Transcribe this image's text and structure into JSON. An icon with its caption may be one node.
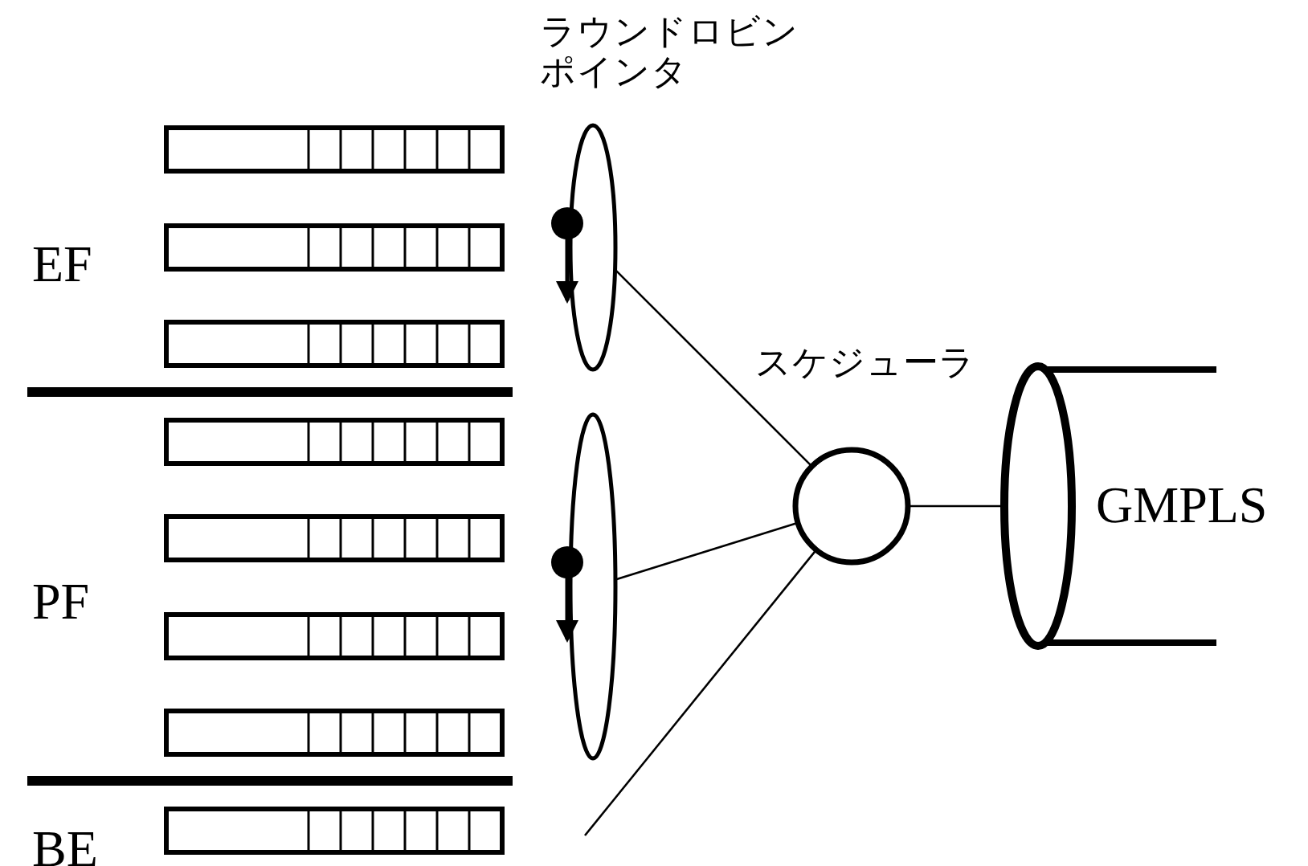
{
  "diagram": {
    "nodes": [
      {
        "text": [],
        "shape": "box"
      },
      {
        "text": [],
        "shape": "box"
      },
      {
        "text": [],
        "shape": "box"
      },
      {
        "text": [],
        "shape": "box"
      },
      {
        "text": [],
        "shape": "box"
      },
      {
        "text": [],
        "shape": "box"
      },
      {
        "text": [],
        "shape": "box"
      },
      {
        "text": [],
        "shape": "box"
      },
      {
        "text": [
          "ラウンドロビンポインタ"
        ]
      },
      {
        "text": [],
        "shape": "ellipse"
      },
      {
        "text": [
          "スケジューラ"
        ]
      },
      {
        "text": [
          "GMPLS"
        ]
      }
    ],
    "edges": [
      {
        "from": 8,
        "to": 10,
        "arrow": "none"
      },
      {
        "from": 9,
        "to": 10,
        "arrow": "none"
      },
      {
        "from": null,
        "to": 10,
        "arrow": "none"
      },
      {
        "from": 10,
        "to": 11,
        "arrow": "none"
      }
    ],
    "labels": [
      "EF",
      "PF",
      "BE"
    ]
  }
}
